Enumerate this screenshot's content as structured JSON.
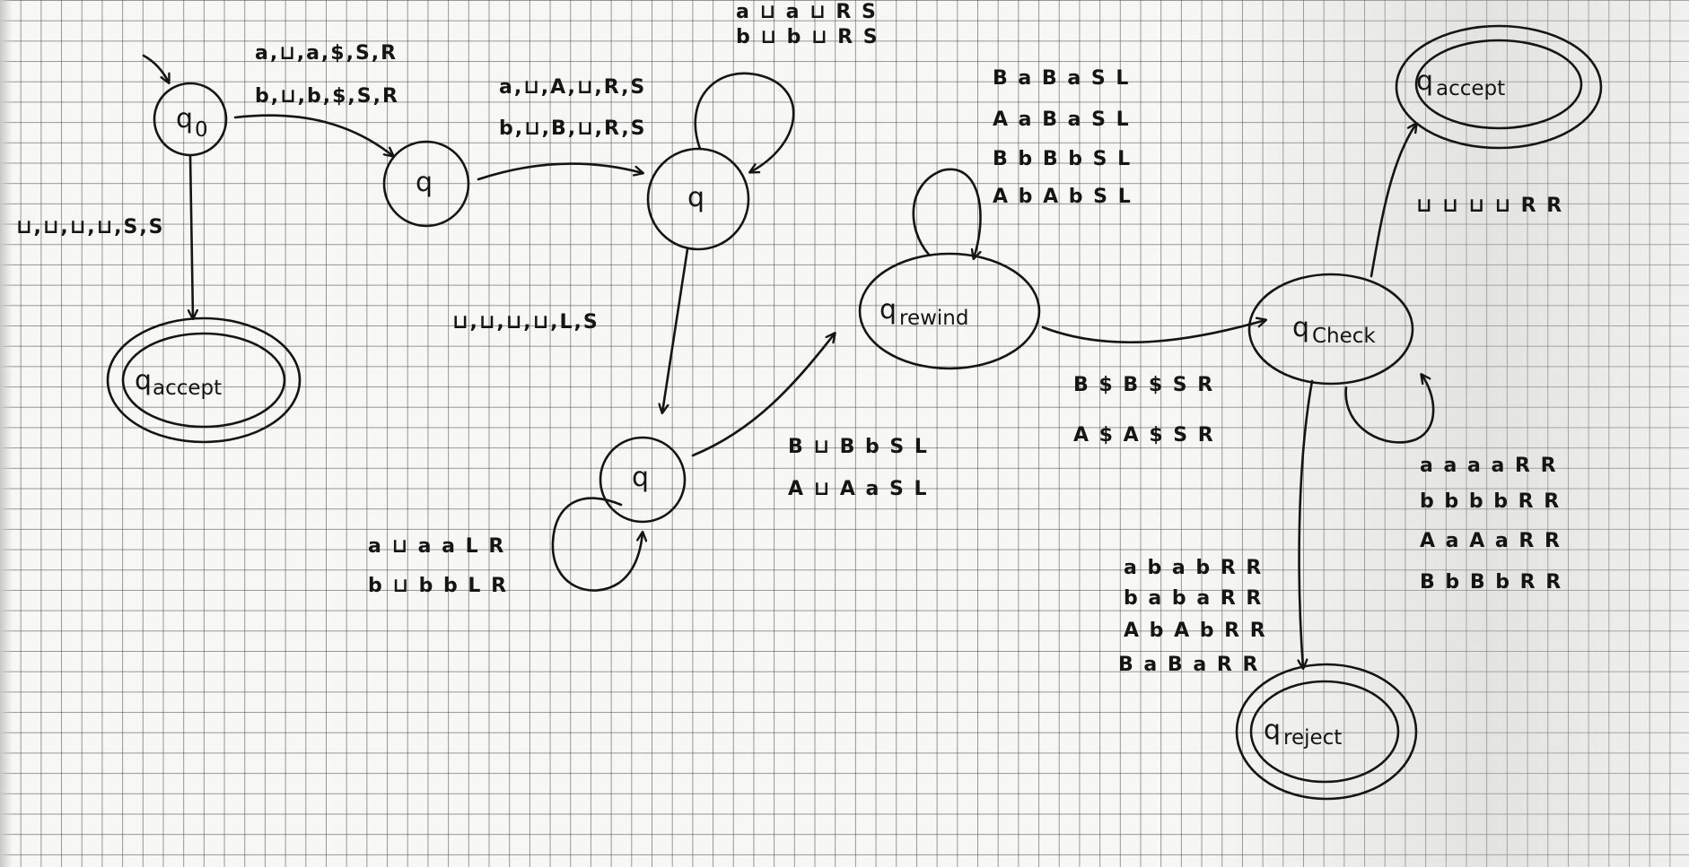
{
  "states": {
    "q0": {
      "name": "q",
      "sub": "0"
    },
    "q1": {
      "name": "q"
    },
    "q2": {
      "name": "q"
    },
    "q3": {
      "name": "q"
    },
    "accept_left": {
      "name": "q",
      "sub": "accept"
    },
    "rewind": {
      "name": "q",
      "sub": "rewind"
    },
    "check": {
      "name": "q",
      "sub": "Check"
    },
    "accept_right": {
      "name": "q",
      "sub": "accept"
    },
    "reject": {
      "name": "q",
      "sub": "reject"
    }
  },
  "edges": {
    "q0_to_q1": [
      "a,⊔,a,$,S,R",
      "b,⊔,b,$,S,R"
    ],
    "q0_to_accept": [
      "⊔,⊔,⊔,⊔,S,S"
    ],
    "q1_to_q2": [
      "a,⊔,A,⊔,R,S",
      "b,⊔,B,⊔,R,S"
    ],
    "q2_self": [
      "a ⊔ a ⊔ R S",
      "b ⊔ b ⊔ R S"
    ],
    "q2_to_q3": [
      "⊔,⊔,⊔,⊔,L,S"
    ],
    "q3_self": [
      "a ⊔ a a L R",
      "b ⊔ b b L R"
    ],
    "q3_to_rewind": [
      "B ⊔ B b S L",
      "A ⊔ A a S L"
    ],
    "rewind_self": [
      "B a B a S L",
      "A a B a S L",
      "B b B b S L",
      "A b A b S L"
    ],
    "rewind_to_check": [
      "B $ B $ S R",
      "A $ A $ S R"
    ],
    "check_to_accept": [
      "⊔ ⊔ ⊔ ⊔ R R"
    ],
    "check_self": [
      "a a a a R R",
      "b b b b R R",
      "A a A a R R",
      "B b B b R R"
    ],
    "check_to_reject": [
      "a b a b R R",
      "b a b a R R",
      "A b A b R R",
      "B a B a R R"
    ]
  }
}
